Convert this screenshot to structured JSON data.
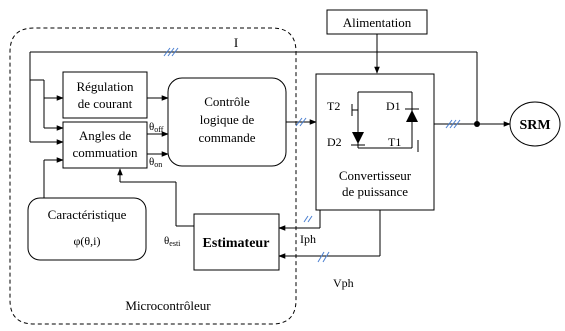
{
  "blocks": {
    "alimentation": "Alimentation",
    "regulation_line1": "Régulation",
    "regulation_line2": "de courant",
    "angles_line1": "Angles de",
    "angles_line2": "commuation",
    "controle_line1": "Contrôle",
    "controle_line2": "logique de",
    "controle_line3": "commande",
    "convertisseur_line1": "Convertisseur",
    "convertisseur_line2": "de puissance",
    "caracteristique": "Caractéristique",
    "caracteristique_formula": "φ(θ,i)",
    "estimateur": "Estimateur",
    "srm": "SRM",
    "microcontroleur": "Microcontrôleur"
  },
  "components": {
    "t2": "T2",
    "d1": "D1",
    "d2": "D2",
    "t1": "T1"
  },
  "signals": {
    "current": "I",
    "theta_off_base": "θ",
    "theta_off_sub": "off",
    "theta_on_base": "θ",
    "theta_on_sub": "on",
    "theta_esti_base": "θ",
    "theta_esti_sub": "esti",
    "iph": "Iph",
    "vph": "Vph"
  }
}
